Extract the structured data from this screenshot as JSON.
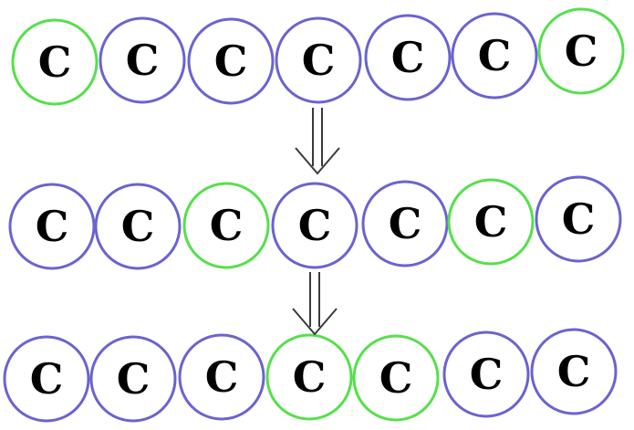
{
  "colors": {
    "blue": "#6b63d0",
    "green": "#55e04a"
  },
  "rows": [
    {
      "atoms": [
        {
          "label": "C",
          "color": "green"
        },
        {
          "label": "C",
          "color": "blue"
        },
        {
          "label": "C",
          "color": "blue"
        },
        {
          "label": "C",
          "color": "blue"
        },
        {
          "label": "C",
          "color": "blue"
        },
        {
          "label": "C",
          "color": "blue"
        },
        {
          "label": "C",
          "color": "green"
        }
      ]
    },
    {
      "atoms": [
        {
          "label": "C",
          "color": "blue"
        },
        {
          "label": "C",
          "color": "blue"
        },
        {
          "label": "C",
          "color": "green"
        },
        {
          "label": "C",
          "color": "blue"
        },
        {
          "label": "C",
          "color": "blue"
        },
        {
          "label": "C",
          "color": "green"
        },
        {
          "label": "C",
          "color": "blue"
        }
      ]
    },
    {
      "atoms": [
        {
          "label": "C",
          "color": "blue"
        },
        {
          "label": "C",
          "color": "blue"
        },
        {
          "label": "C",
          "color": "blue"
        },
        {
          "label": "C",
          "color": "green"
        },
        {
          "label": "C",
          "color": "green"
        },
        {
          "label": "C",
          "color": "blue"
        },
        {
          "label": "C",
          "color": "blue"
        }
      ]
    }
  ],
  "arrows": [
    {
      "icon": "double-arrow-down-icon"
    },
    {
      "icon": "double-arrow-down-icon"
    }
  ]
}
